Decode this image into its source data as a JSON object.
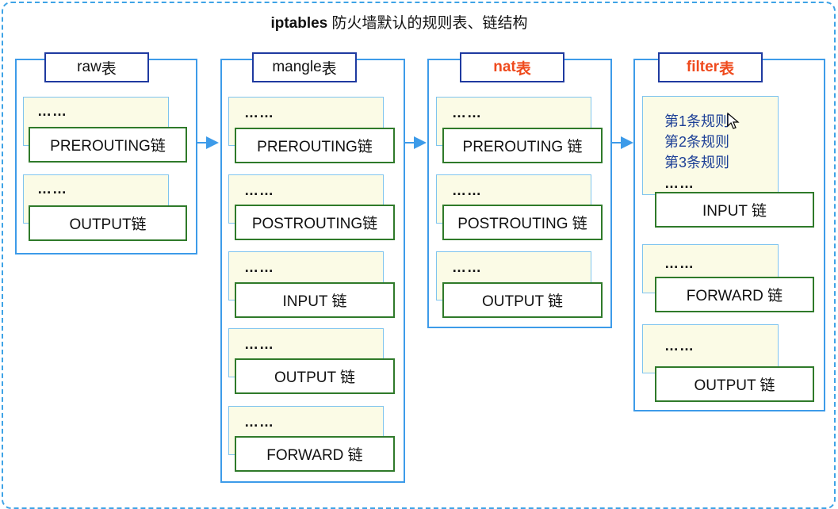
{
  "title": {
    "bold": "iptables",
    "rest": " 防火墙默认的规则表、链结构"
  },
  "colors": {
    "frame": "#3ea3e6",
    "table_border": "#3d9be9",
    "label_border": "#1f3aa0",
    "chain_border": "#2f7a2a",
    "highlight": "#ef4a1d",
    "rule_text": "#1c3f96",
    "note_fill": "#fbfbe6"
  },
  "tables": [
    {
      "name": "raw",
      "suffix": " 表",
      "chains": [
        "PREROUTING链",
        "OUTPUT链"
      ]
    },
    {
      "name": "mangle",
      "suffix": " 表",
      "chains": [
        "PREROUTING链",
        "POSTROUTING链",
        "INPUT 链",
        "OUTPUT 链",
        "FORWARD 链"
      ]
    },
    {
      "name": "nat",
      "suffix": " 表",
      "chains": [
        "PREROUTING 链",
        "POSTROUTING 链",
        "OUTPUT 链"
      ]
    },
    {
      "name": "filter",
      "suffix": " 表",
      "chains": [
        "INPUT 链",
        "FORWARD 链",
        "OUTPUT 链"
      ]
    }
  ],
  "ellipsis": "……",
  "filter_rules": [
    "第1条规则",
    "第2条规则",
    "第3条规则"
  ]
}
